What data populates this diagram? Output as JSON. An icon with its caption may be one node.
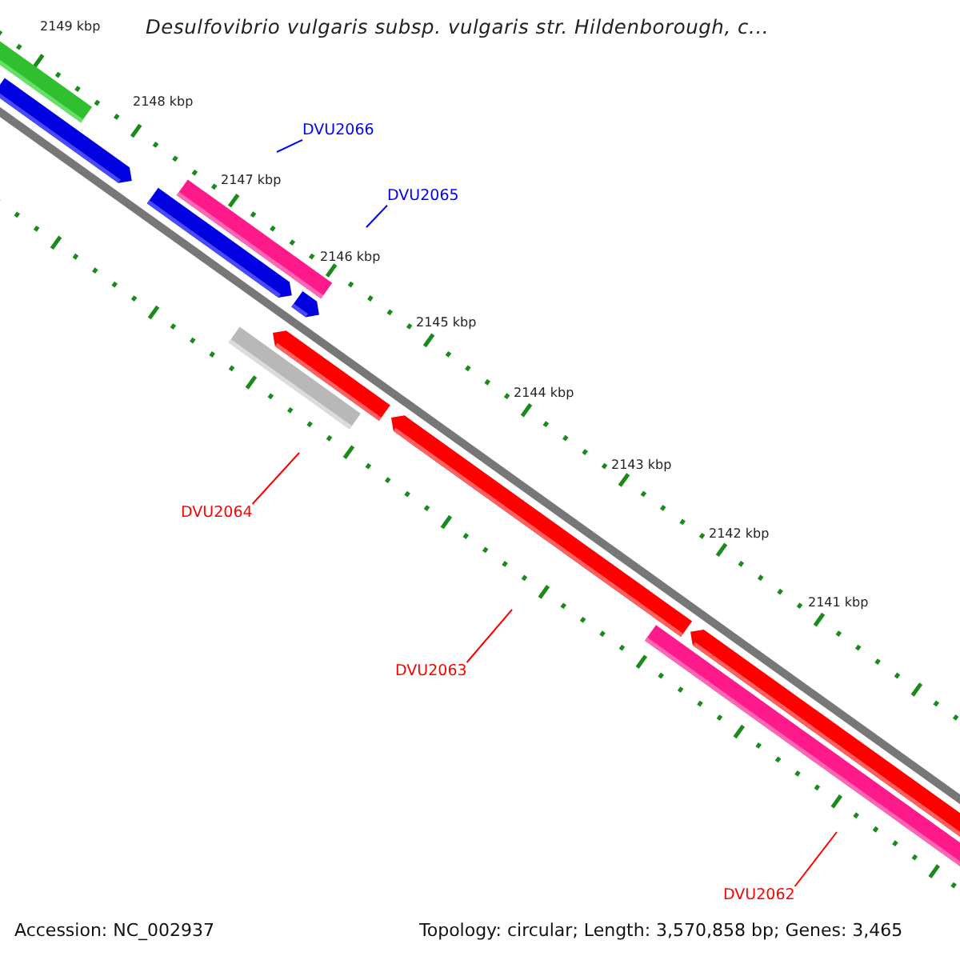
{
  "diagram": {
    "title": "Desulfovibrio vulgaris subsp. vulgaris str. Hildenborough, c...",
    "nodes": [
      {
        "text": [
          "DVU2066"
        ]
      },
      {
        "text": [
          "DVU2065"
        ]
      },
      {
        "text": [
          "DVU2064"
        ]
      },
      {
        "text": [
          "DVU2063"
        ]
      },
      {
        "text": [
          "DVU2062"
        ]
      }
    ],
    "edges": [
      {
        "from": 0,
        "to": null,
        "arrow": "none",
        "color": "#0000ff"
      },
      {
        "from": 1,
        "to": null,
        "arrow": "none",
        "color": "#0000ff"
      },
      {
        "from": 2,
        "to": null,
        "arrow": "none"
      },
      {
        "from": 3,
        "to": null,
        "arrow": "none"
      },
      {
        "from": 4,
        "to": null,
        "arrow": "none"
      }
    ],
    "labels": [
      "2149 kbp",
      "2148 kbp",
      "2147 kbp",
      "2146 kbp",
      "2145 kbp",
      "2144 kbp",
      "2143 kbp",
      "2142 kbp",
      "2141 kbp",
      "Accession: NC_002937",
      "Topology: circular; Length: 3,570,858 bp; Genes: 3,465"
    ]
  }
}
